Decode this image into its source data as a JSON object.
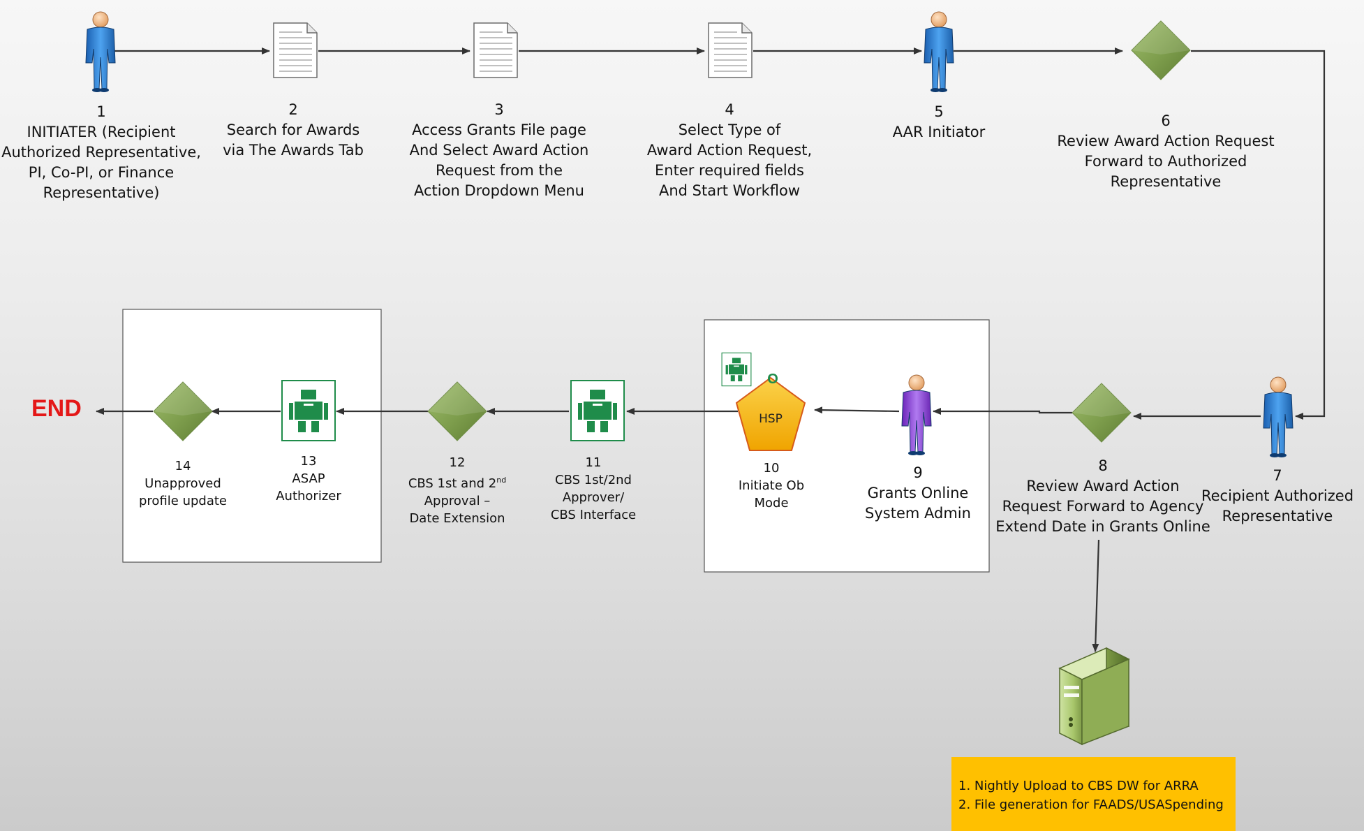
{
  "end_label": "END",
  "steps": {
    "s1": [
      "1",
      "INITIATER (Recipient",
      "Authorized Representative,",
      "PI, Co-PI, or Finance",
      "Representative)"
    ],
    "s2": [
      "2",
      "Search for Awards",
      "via The Awards Tab"
    ],
    "s3": [
      "3",
      "Access Grants File page",
      "And Select Award Action",
      "Request from the",
      "Action Dropdown Menu"
    ],
    "s4": [
      "4",
      "Select Type of",
      "Award Action Request,",
      "Enter required fields",
      "And Start Workflow"
    ],
    "s5": [
      "5",
      "AAR Initiator"
    ],
    "s6": [
      "6",
      "Review Award Action Request",
      "Forward to Authorized",
      "Representative"
    ],
    "s7": [
      "7",
      "Recipient Authorized",
      "Representative"
    ],
    "s8": [
      "8",
      "Review Award Action",
      "Request Forward to Agency",
      "Extend Date in Grants Online"
    ],
    "s9": [
      "9",
      "Grants Online",
      "System Admin"
    ],
    "s10": [
      "10",
      "Initiate Ob",
      "Mode"
    ],
    "s11": [
      "11",
      "CBS 1st/2nd",
      "Approver/",
      "CBS Interface"
    ],
    "s12": [
      "12",
      "CBS 1st and 2",
      "Approval –",
      "Date Extension"
    ],
    "s12_sup": "nd",
    "s13": [
      "13",
      "ASAP",
      "Authorizer"
    ],
    "s14": [
      "14",
      "Unapproved",
      "profile update"
    ]
  },
  "hsp_label": "HSP",
  "hsp_marker": "O",
  "note": {
    "lines": [
      "1. Nightly Upload to CBS DW for ARRA",
      "2. File generation for FAADS/USASpending"
    ]
  },
  "colors": {
    "diamond": "#8aa85a",
    "person_blue": "#2f7fd0",
    "person_purple": "#8a3fd6",
    "robot_green": "#1f8c4a",
    "pentagon": "#f5b800",
    "note_bg": "#ffc000",
    "end": "#e41818"
  },
  "icons": [
    "person-icon",
    "document-icon",
    "decision-diamond-icon",
    "robot-icon",
    "pentagon-icon",
    "server-icon"
  ]
}
